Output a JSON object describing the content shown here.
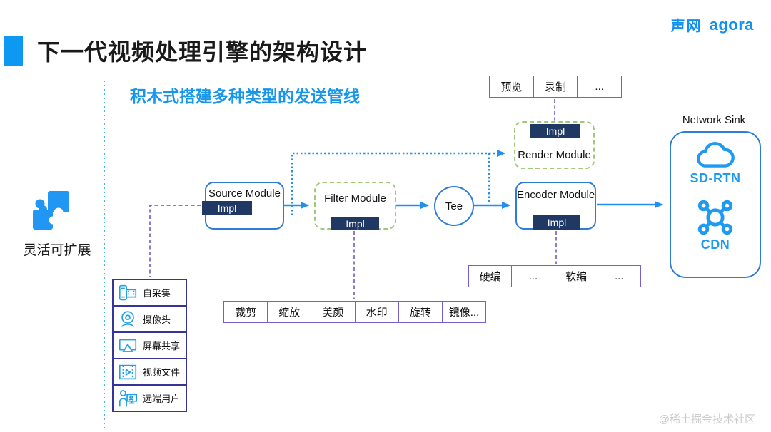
{
  "header": {
    "title": "下一代视频处理引擎的架构设计",
    "subtitle": "积木式搭建多种类型的发送管线",
    "logo": {
      "cn": "声网",
      "en": "agora"
    }
  },
  "left_feature": {
    "label": "灵活可扩展",
    "icon": "puzzle-icon"
  },
  "capture_sources": {
    "items": [
      {
        "label": "自采集",
        "icon": "film-cartridge-icon"
      },
      {
        "label": "摄像头",
        "icon": "webcam-icon"
      },
      {
        "label": "屏幕共享",
        "icon": "screen-share-icon"
      },
      {
        "label": "视频文件",
        "icon": "video-file-icon"
      },
      {
        "label": "远端用户",
        "icon": "remote-user-icon"
      }
    ]
  },
  "pipeline": {
    "source_module": {
      "label": "Source Module",
      "impl": "Impl"
    },
    "filter_module": {
      "label": "Filter Module",
      "impl": "Impl"
    },
    "tee": {
      "label": "Tee"
    },
    "encoder_module": {
      "label": "Encoder Module",
      "impl": "Impl"
    },
    "render_module": {
      "label": "Render Module",
      "impl": "Impl"
    }
  },
  "render_targets": {
    "items": [
      "预览",
      "录制",
      "..."
    ]
  },
  "encoder_impls": {
    "items": [
      "硬编",
      "...",
      "软编",
      "..."
    ]
  },
  "filter_impls": {
    "items": [
      "裁剪",
      "缩放",
      "美颜",
      "水印",
      "旋转",
      "镜像..."
    ]
  },
  "network_sink": {
    "label": "Network Sink",
    "items": [
      {
        "icon": "cloud-icon",
        "label": "SD-RTN"
      },
      {
        "icon": "cdn-network-icon",
        "label": "CDN"
      }
    ]
  },
  "watermark": "@稀土掘金技术社区",
  "colors": {
    "accent_blue": "#0D99F2",
    "subtitle_blue": "#1896E8",
    "logo_blue": "#1090F0",
    "arrow_blue": "#2390F0",
    "module_border_blue": "#2E7CD5",
    "impl_navy": "#1F3864",
    "green_dashed": "#9FC878",
    "purple_border": "#7163CF",
    "purple_dash": "#7468C8",
    "list_border": "#34349B",
    "icon_blue": "#1E9FE8",
    "cyan_guide": "#49B8EA",
    "watermark_gray": "#CBCBCB"
  }
}
